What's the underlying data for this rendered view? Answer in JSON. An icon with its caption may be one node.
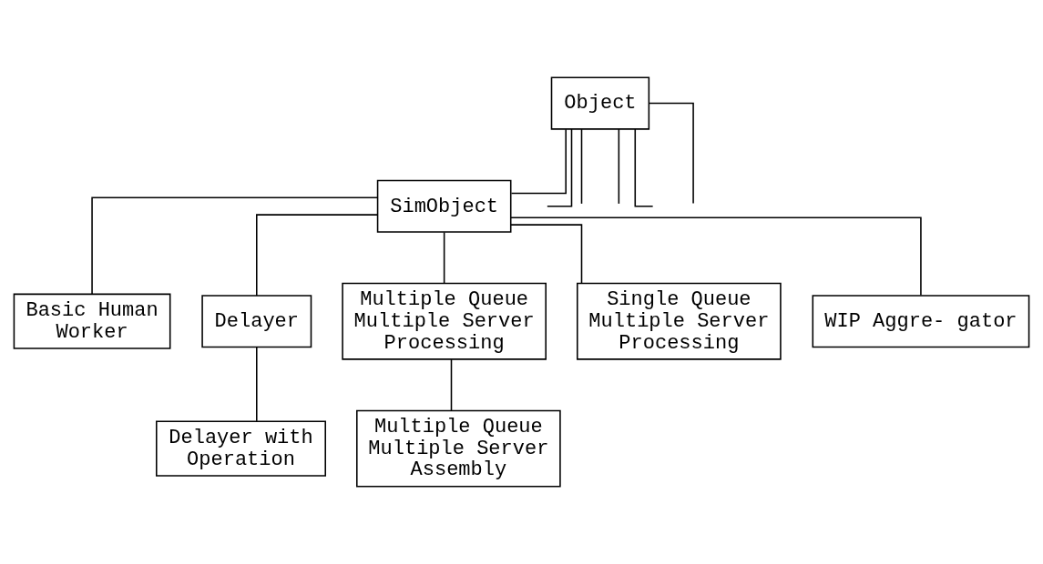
{
  "diagram": {
    "nodes": [
      {
        "text": [
          "Object"
        ]
      },
      {
        "text": [
          "SimObject"
        ]
      },
      {
        "text": [
          "Basic Human Worker"
        ]
      },
      {
        "text": [
          "Delayer"
        ]
      },
      {
        "text": [
          "Multiple Queue Multiple Server Processing"
        ]
      },
      {
        "text": [
          "Single Queue Multiple Server Processing"
        ]
      },
      {
        "text": [
          "WIP Aggre- gator"
        ]
      },
      {
        "text": [
          "Delayer with Operation"
        ]
      },
      {
        "text": [
          "Multiple Queue Multiple Server Assembly"
        ]
      }
    ],
    "edges": [
      {
        "from": 0,
        "to": 1,
        "arrow": "none"
      },
      {
        "from": 0,
        "to": null,
        "arrow": "none"
      },
      {
        "from": 0,
        "to": null,
        "arrow": "none"
      },
      {
        "from": 0,
        "to": null,
        "arrow": "none"
      },
      {
        "from": 0,
        "to": null,
        "arrow": "none"
      },
      {
        "from": 0,
        "to": null,
        "arrow": "none"
      },
      {
        "from": 1,
        "to": 2,
        "arrow": "none"
      },
      {
        "from": 1,
        "to": 3,
        "arrow": "none"
      },
      {
        "from": 1,
        "to": 4,
        "arrow": "none"
      },
      {
        "from": 1,
        "to": 5,
        "arrow": "none"
      },
      {
        "from": 1,
        "to": 6,
        "arrow": "none"
      },
      {
        "from": 3,
        "to": 7,
        "arrow": "none"
      },
      {
        "from": 4,
        "to": 8,
        "arrow": "none"
      }
    ]
  }
}
